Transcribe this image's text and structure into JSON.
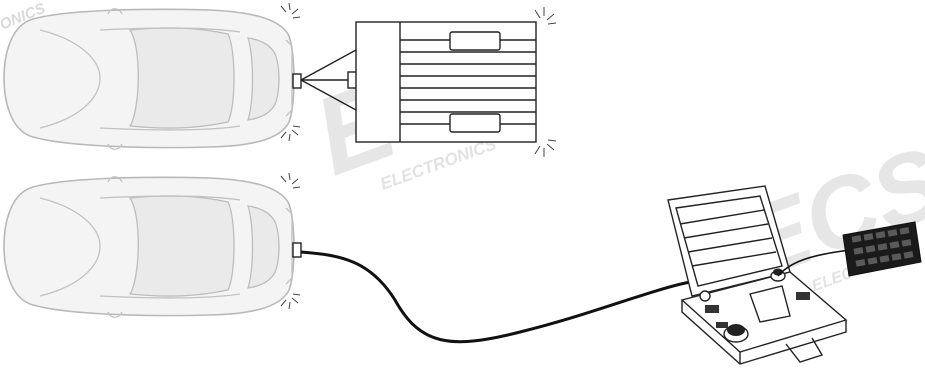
{
  "watermark": {
    "brand": "ECS",
    "subtitle": "ELECTRONICS",
    "corner_fragment": "ONICS",
    "color": "#d9d9d9"
  },
  "illustration": {
    "top_scene": "car-towing-trailer",
    "bottom_scene": "car-connected-to-tester",
    "cable_color": "#111111",
    "car_color": "#f4f4f4"
  }
}
